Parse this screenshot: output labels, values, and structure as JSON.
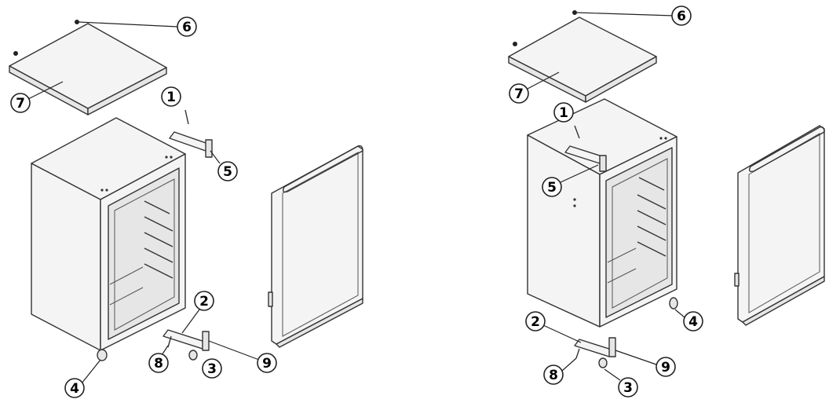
{
  "diagrams": [
    {
      "name": "left-assembly",
      "callouts": [
        "6",
        "7",
        "1",
        "5",
        "2",
        "8",
        "3",
        "9",
        "4"
      ]
    },
    {
      "name": "right-assembly",
      "callouts": [
        "6",
        "7",
        "1",
        "5",
        "4",
        "2",
        "8",
        "9",
        "3"
      ]
    }
  ]
}
